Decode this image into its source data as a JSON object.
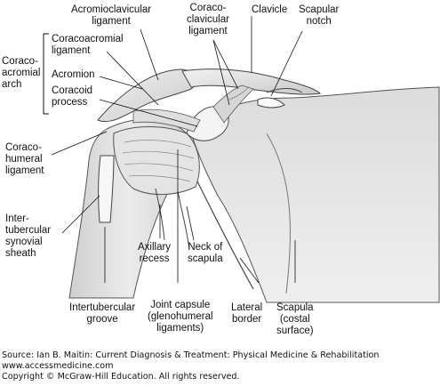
{
  "labels": {
    "acromioclavicular": [
      "Acromioclavicular",
      "ligament"
    ],
    "coracoclavicular": [
      "Coraco-",
      "clavicular",
      "ligament"
    ],
    "clavicle": [
      "Clavicle"
    ],
    "scapular_notch": [
      "Scapular",
      "notch"
    ],
    "coracoacromial": [
      "Coracoacromial",
      "ligament"
    ],
    "acromion": [
      "Acromion"
    ],
    "coracoid": [
      "Coracoid",
      "process"
    ],
    "arch": [
      "Coraco-",
      "acromial",
      "arch"
    ],
    "coracohumeral": [
      "Coraco-",
      "humeral",
      "ligament"
    ],
    "intertubercular_sheath": [
      "Inter-",
      "tubercular",
      "synovial",
      "sheath"
    ],
    "axillary_recess": [
      "Axillary",
      "recess"
    ],
    "neck_of_scapula": [
      "Neck of",
      "scapula"
    ],
    "intertubercular_groove": [
      "Intertubercular",
      "groove"
    ],
    "joint_capsule": [
      "Joint capsule",
      "(glenohumeral",
      "ligaments)"
    ],
    "lateral_border": [
      "Lateral",
      "border"
    ],
    "scapula_costal": [
      "Scapula",
      "(costal",
      "surface)"
    ]
  },
  "source": {
    "line1": "Source: Ian B. Maitin: Current Diagnosis & Treatment: Physical Medicine & Rehabilitation",
    "line2": "www.accessmedicine.com",
    "line3": "Copyright © McGraw-Hill Education. All rights reserved."
  }
}
